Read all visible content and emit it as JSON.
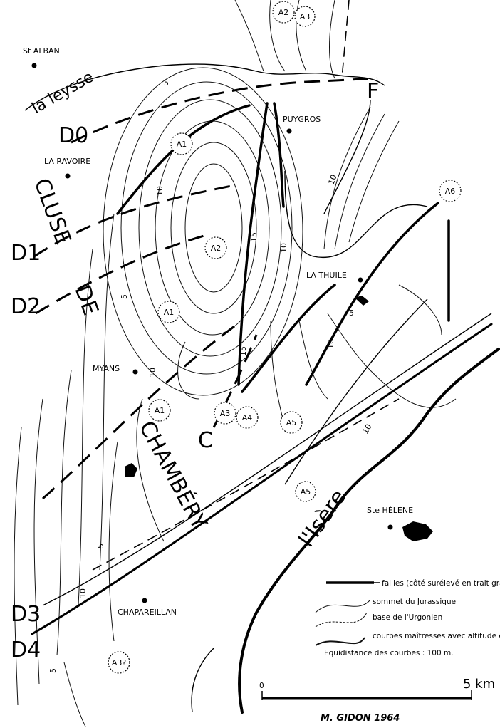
{
  "places": {
    "st_alban": "St ALBAN",
    "la_ravoire": "LA RAVOIRE",
    "puygros": "PUYGROS",
    "la_thuile": "LA THUILE",
    "myans": "MYANS",
    "chapareillan": "CHAPAREILLAN",
    "ste_helene": "Ste HÉLÈNE"
  },
  "features": {
    "river_leysse": "la leysse",
    "river_isere": "l'Isère",
    "cluse": "CLUSE",
    "de": "DE",
    "chambery": "CHAMBÉRY",
    "fault_c": "C",
    "fault_f": "F"
  },
  "fault_lines": [
    "D0",
    "D1",
    "D2",
    "D3",
    "D4"
  ],
  "zones": [
    "A1",
    "A2",
    "A3",
    "A2",
    "A1",
    "A1",
    "A3",
    "A4",
    "A5",
    "A6",
    "A5",
    "A3?"
  ],
  "contour_labels": [
    "5",
    "10",
    "15",
    "10",
    "5",
    "10",
    "15",
    "10",
    "5",
    "10",
    "5",
    "10",
    "5",
    "10"
  ],
  "legend": {
    "faults": "failles (côté surélevé en trait gras)",
    "jurassic_top": "sommet du Jurassique",
    "urgonian_base": "base de l'Urgonien",
    "master_contours": "courbes maîtresses avec altitude en centaines de m.",
    "equidistance": "Equidistance des courbes  :  100 m."
  },
  "scale": {
    "start": "0",
    "end": "5 km"
  },
  "author": "M. GIDON 1964"
}
